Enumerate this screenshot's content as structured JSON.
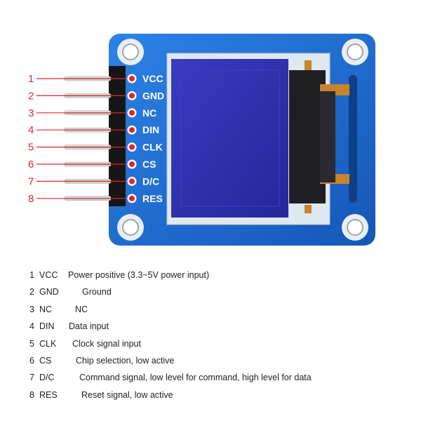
{
  "board": {
    "colors": {
      "pcb": "#1f6fd0",
      "screen": "#2a2fa8",
      "callout": "#e0262a"
    },
    "pins": [
      {
        "number": "1",
        "label": "VCC"
      },
      {
        "number": "2",
        "label": "GND"
      },
      {
        "number": "3",
        "label": "NC"
      },
      {
        "number": "4",
        "label": "DIN"
      },
      {
        "number": "5",
        "label": "CLK"
      },
      {
        "number": "6",
        "label": "CS"
      },
      {
        "number": "7",
        "label": "D/C"
      },
      {
        "number": "8",
        "label": "RES"
      }
    ]
  },
  "pin_table": [
    {
      "number": "1",
      "name": "VCC",
      "description": "Power positive (3.3~5V power input)"
    },
    {
      "number": "2",
      "name": "GND",
      "description": "Ground"
    },
    {
      "number": "3",
      "name": "NC",
      "description": "NC"
    },
    {
      "number": "4",
      "name": "DIN",
      "description": "Data input"
    },
    {
      "number": "5",
      "name": "CLK",
      "description": "Clock signal input"
    },
    {
      "number": "6",
      "name": "CS",
      "description": "Chip selection, low active"
    },
    {
      "number": "7",
      "name": "D/C",
      "description": "Command signal, low level for command, high level for data"
    },
    {
      "number": "8",
      "name": "RES",
      "description": "Reset signal, low active"
    }
  ]
}
